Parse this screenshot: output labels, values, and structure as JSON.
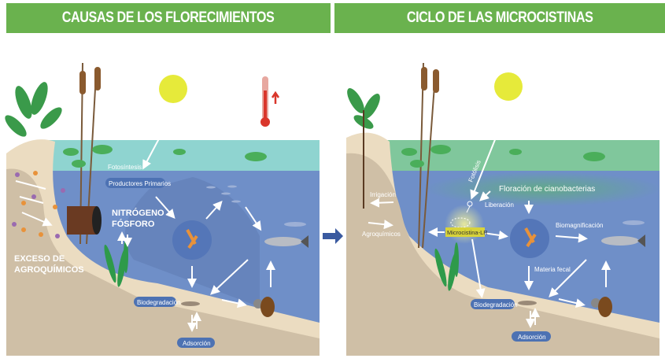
{
  "left_panel": {
    "title": "CAUSAS DE LOS FLORECIMIENTOS",
    "labels": {
      "photosynthesis": "Fotosíntesis",
      "primary_producers": "Productores Primarios",
      "nitrogen": "NITRÓGENO",
      "phosphorus": "FÓSFORO",
      "excess_1": "EXCESO DE",
      "excess_2": "AGROQUÍMICOS",
      "biodegradation": "Biodegradación",
      "adsorption": "Adsorción"
    }
  },
  "right_panel": {
    "title": "CICLO DE LAS MICROCISTINAS",
    "labels": {
      "photolysis": "Fotólisis",
      "bloom": "Floración de cianobacterias",
      "release": "Liberación",
      "irrigation": "Irrigación",
      "agrochemicals": "Agroquímicos",
      "microcystin": "Microcistina-LR",
      "biomagnification": "Biomagnificación",
      "fecal_matter": "Materia fecal",
      "biodegradation": "Biodegradación",
      "adsorption": "Adsorción"
    }
  },
  "colors": {
    "header": "#6ab24e",
    "water": "#6f8fc8",
    "surface_left": "#8fd4d0",
    "surface_right": "#80c79c",
    "sun": "#e6ea3a",
    "pill": "#4d72b3",
    "toxin": "#d8d33a"
  }
}
